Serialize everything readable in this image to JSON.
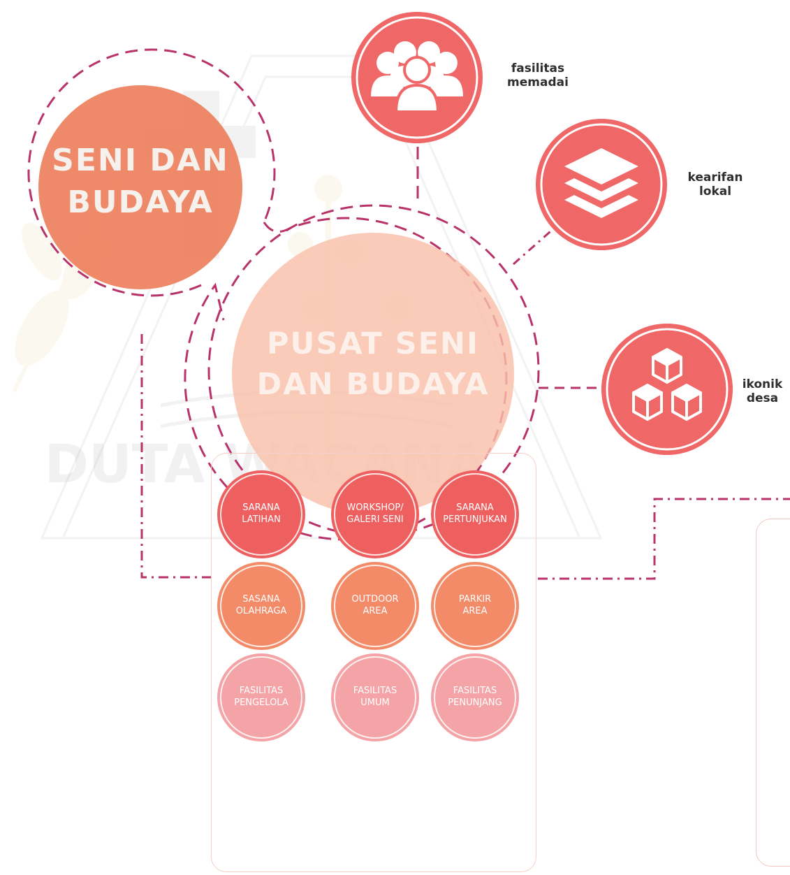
{
  "main_topic": {
    "line1": "SENI DAN",
    "line2": "BUDAYA"
  },
  "center_topic": {
    "line1": "PUSAT SENI",
    "line2": "DAN BUDAYA"
  },
  "watermark_text": "DUTA WACANA",
  "branches": [
    {
      "icon": "users-group-icon",
      "label": "fasilitas\nmemadai"
    },
    {
      "icon": "layers-icon",
      "label": "kearifan\nlokal"
    },
    {
      "icon": "cubes-icon",
      "label": "ikonik\ndesa"
    }
  ],
  "facilities": [
    {
      "label": "SARANA\nLATIHAN",
      "tier": "red"
    },
    {
      "label": "WORKSHOP/\nGALERI SENI",
      "tier": "red"
    },
    {
      "label": "SARANA\nPERTUNJUKAN",
      "tier": "red"
    },
    {
      "label": "SASANA\nOLAHRAGA",
      "tier": "orange"
    },
    {
      "label": "OUTDOOR\nAREA",
      "tier": "orange"
    },
    {
      "label": "PARKIR\nAREA",
      "tier": "orange"
    },
    {
      "label": "FASILITAS\nPENGELOLA",
      "tier": "pink"
    },
    {
      "label": "FASILITAS\nUMUM",
      "tier": "pink"
    },
    {
      "label": "FASILITAS\nPENUNJANG",
      "tier": "pink"
    }
  ],
  "colors": {
    "connector": "#b8336a",
    "icon_circle": "#f06767",
    "main_circle": "#ec7a55",
    "center_circle": "#f8c0a8",
    "tier_red": "#ee5f60",
    "tier_orange": "#f38a68",
    "tier_pink": "#f4a4a7"
  }
}
